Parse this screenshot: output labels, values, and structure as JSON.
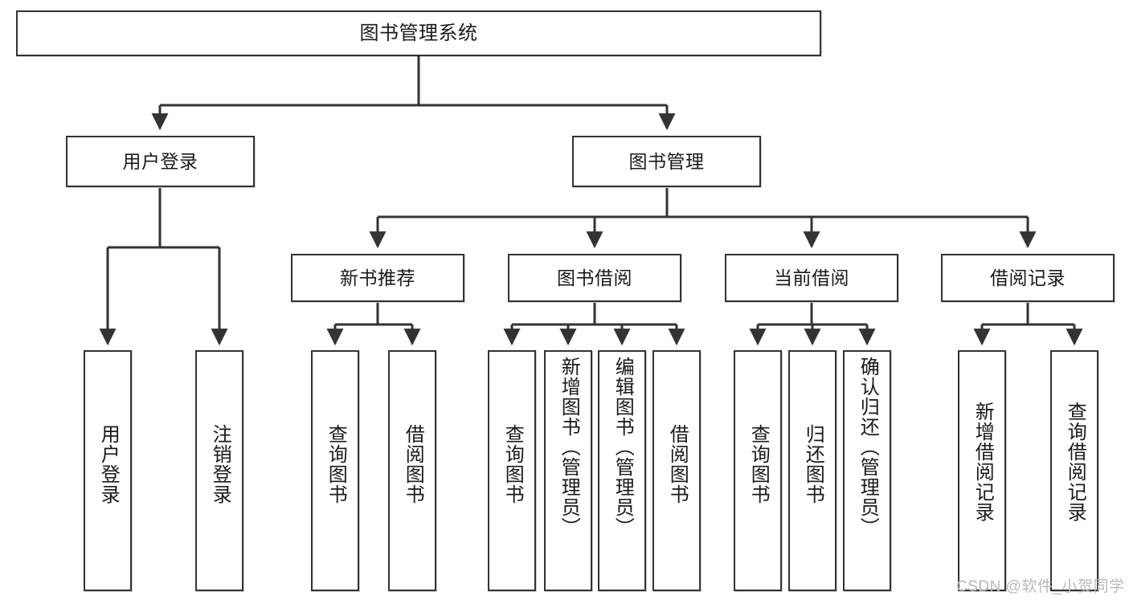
{
  "diagram": {
    "type": "tree-hierarchy-chart",
    "title": "图书管理系统",
    "watermark": "CSDN @软件_小贺同学",
    "colors": {
      "box_border": "#333333",
      "box_fill": "#ffffff",
      "edge": "#333333",
      "text": "#1a1a1a",
      "watermark": "#b9b9b9"
    },
    "nodes": {
      "root": {
        "label": "图书管理系统"
      },
      "level1": [
        {
          "id": "user-login",
          "label": "用户登录"
        },
        {
          "id": "book-management",
          "label": "图书管理"
        }
      ],
      "level2": [
        {
          "id": "new-book-recommend",
          "label": "新书推荐"
        },
        {
          "id": "book-borrow",
          "label": "图书借阅"
        },
        {
          "id": "current-borrow",
          "label": "当前借阅"
        },
        {
          "id": "borrow-record",
          "label": "借阅记录"
        }
      ],
      "leaves": {
        "user-login": [
          {
            "id": "leaf-user-login",
            "label": "用户登录"
          },
          {
            "id": "leaf-logout-login",
            "label": "注销登录"
          }
        ],
        "new-book-recommend": [
          {
            "id": "leaf-query-book-1",
            "label": "查询图书"
          },
          {
            "id": "leaf-borrow-book-1",
            "label": "借阅图书"
          }
        ],
        "book-borrow": [
          {
            "id": "leaf-query-book-2",
            "label": "查询图书"
          },
          {
            "id": "leaf-add-book",
            "label": "新增图书（管理员）"
          },
          {
            "id": "leaf-edit-book",
            "label": "编辑图书（管理员）"
          },
          {
            "id": "leaf-borrow-book-2",
            "label": "借阅图书"
          }
        ],
        "current-borrow": [
          {
            "id": "leaf-query-book-3",
            "label": "查询图书"
          },
          {
            "id": "leaf-return-book",
            "label": "归还图书"
          },
          {
            "id": "leaf-confirm-return",
            "label": "确认归还（管理员）"
          }
        ],
        "borrow-record": [
          {
            "id": "leaf-add-borrow-record",
            "label": "新增借阅记录"
          },
          {
            "id": "leaf-query-borrow-record",
            "label": "查询借阅记录"
          }
        ]
      }
    }
  }
}
